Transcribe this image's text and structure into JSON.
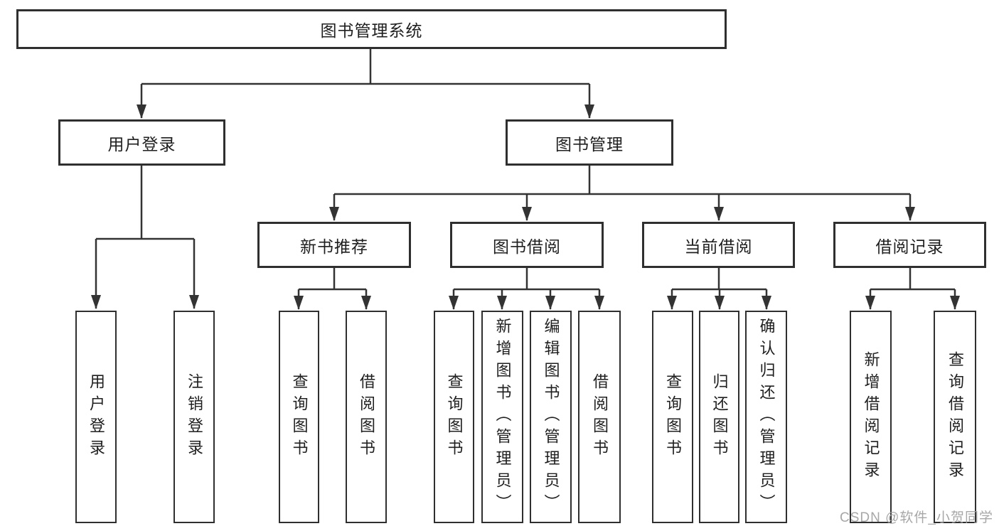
{
  "watermark": "CSDN @软件_小贺同学",
  "colors": {
    "line": "#333333",
    "box_border": "#2f2f2f",
    "text": "#1f1f1f",
    "background": "#ffffff",
    "watermark": "#9e9e9e"
  },
  "tree": {
    "label": "图书管理系统",
    "children": [
      {
        "label": "用户登录",
        "children": [
          {
            "label": "用户登录"
          },
          {
            "label": "注销登录"
          }
        ]
      },
      {
        "label": "图书管理",
        "children": [
          {
            "label": "新书推荐",
            "children": [
              {
                "label": "查询图书"
              },
              {
                "label": "借阅图书"
              }
            ]
          },
          {
            "label": "图书借阅",
            "children": [
              {
                "label": "查询图书"
              },
              {
                "label": "新增图书（管理员）"
              },
              {
                "label": "编辑图书（管理员）"
              },
              {
                "label": "借阅图书"
              }
            ]
          },
          {
            "label": "当前借阅",
            "children": [
              {
                "label": "查询图书"
              },
              {
                "label": "归还图书"
              },
              {
                "label": "确认归还（管理员）"
              }
            ]
          },
          {
            "label": "借阅记录",
            "children": [
              {
                "label": "新增借阅记录"
              },
              {
                "label": "查询借阅记录"
              }
            ]
          }
        ]
      }
    ]
  }
}
